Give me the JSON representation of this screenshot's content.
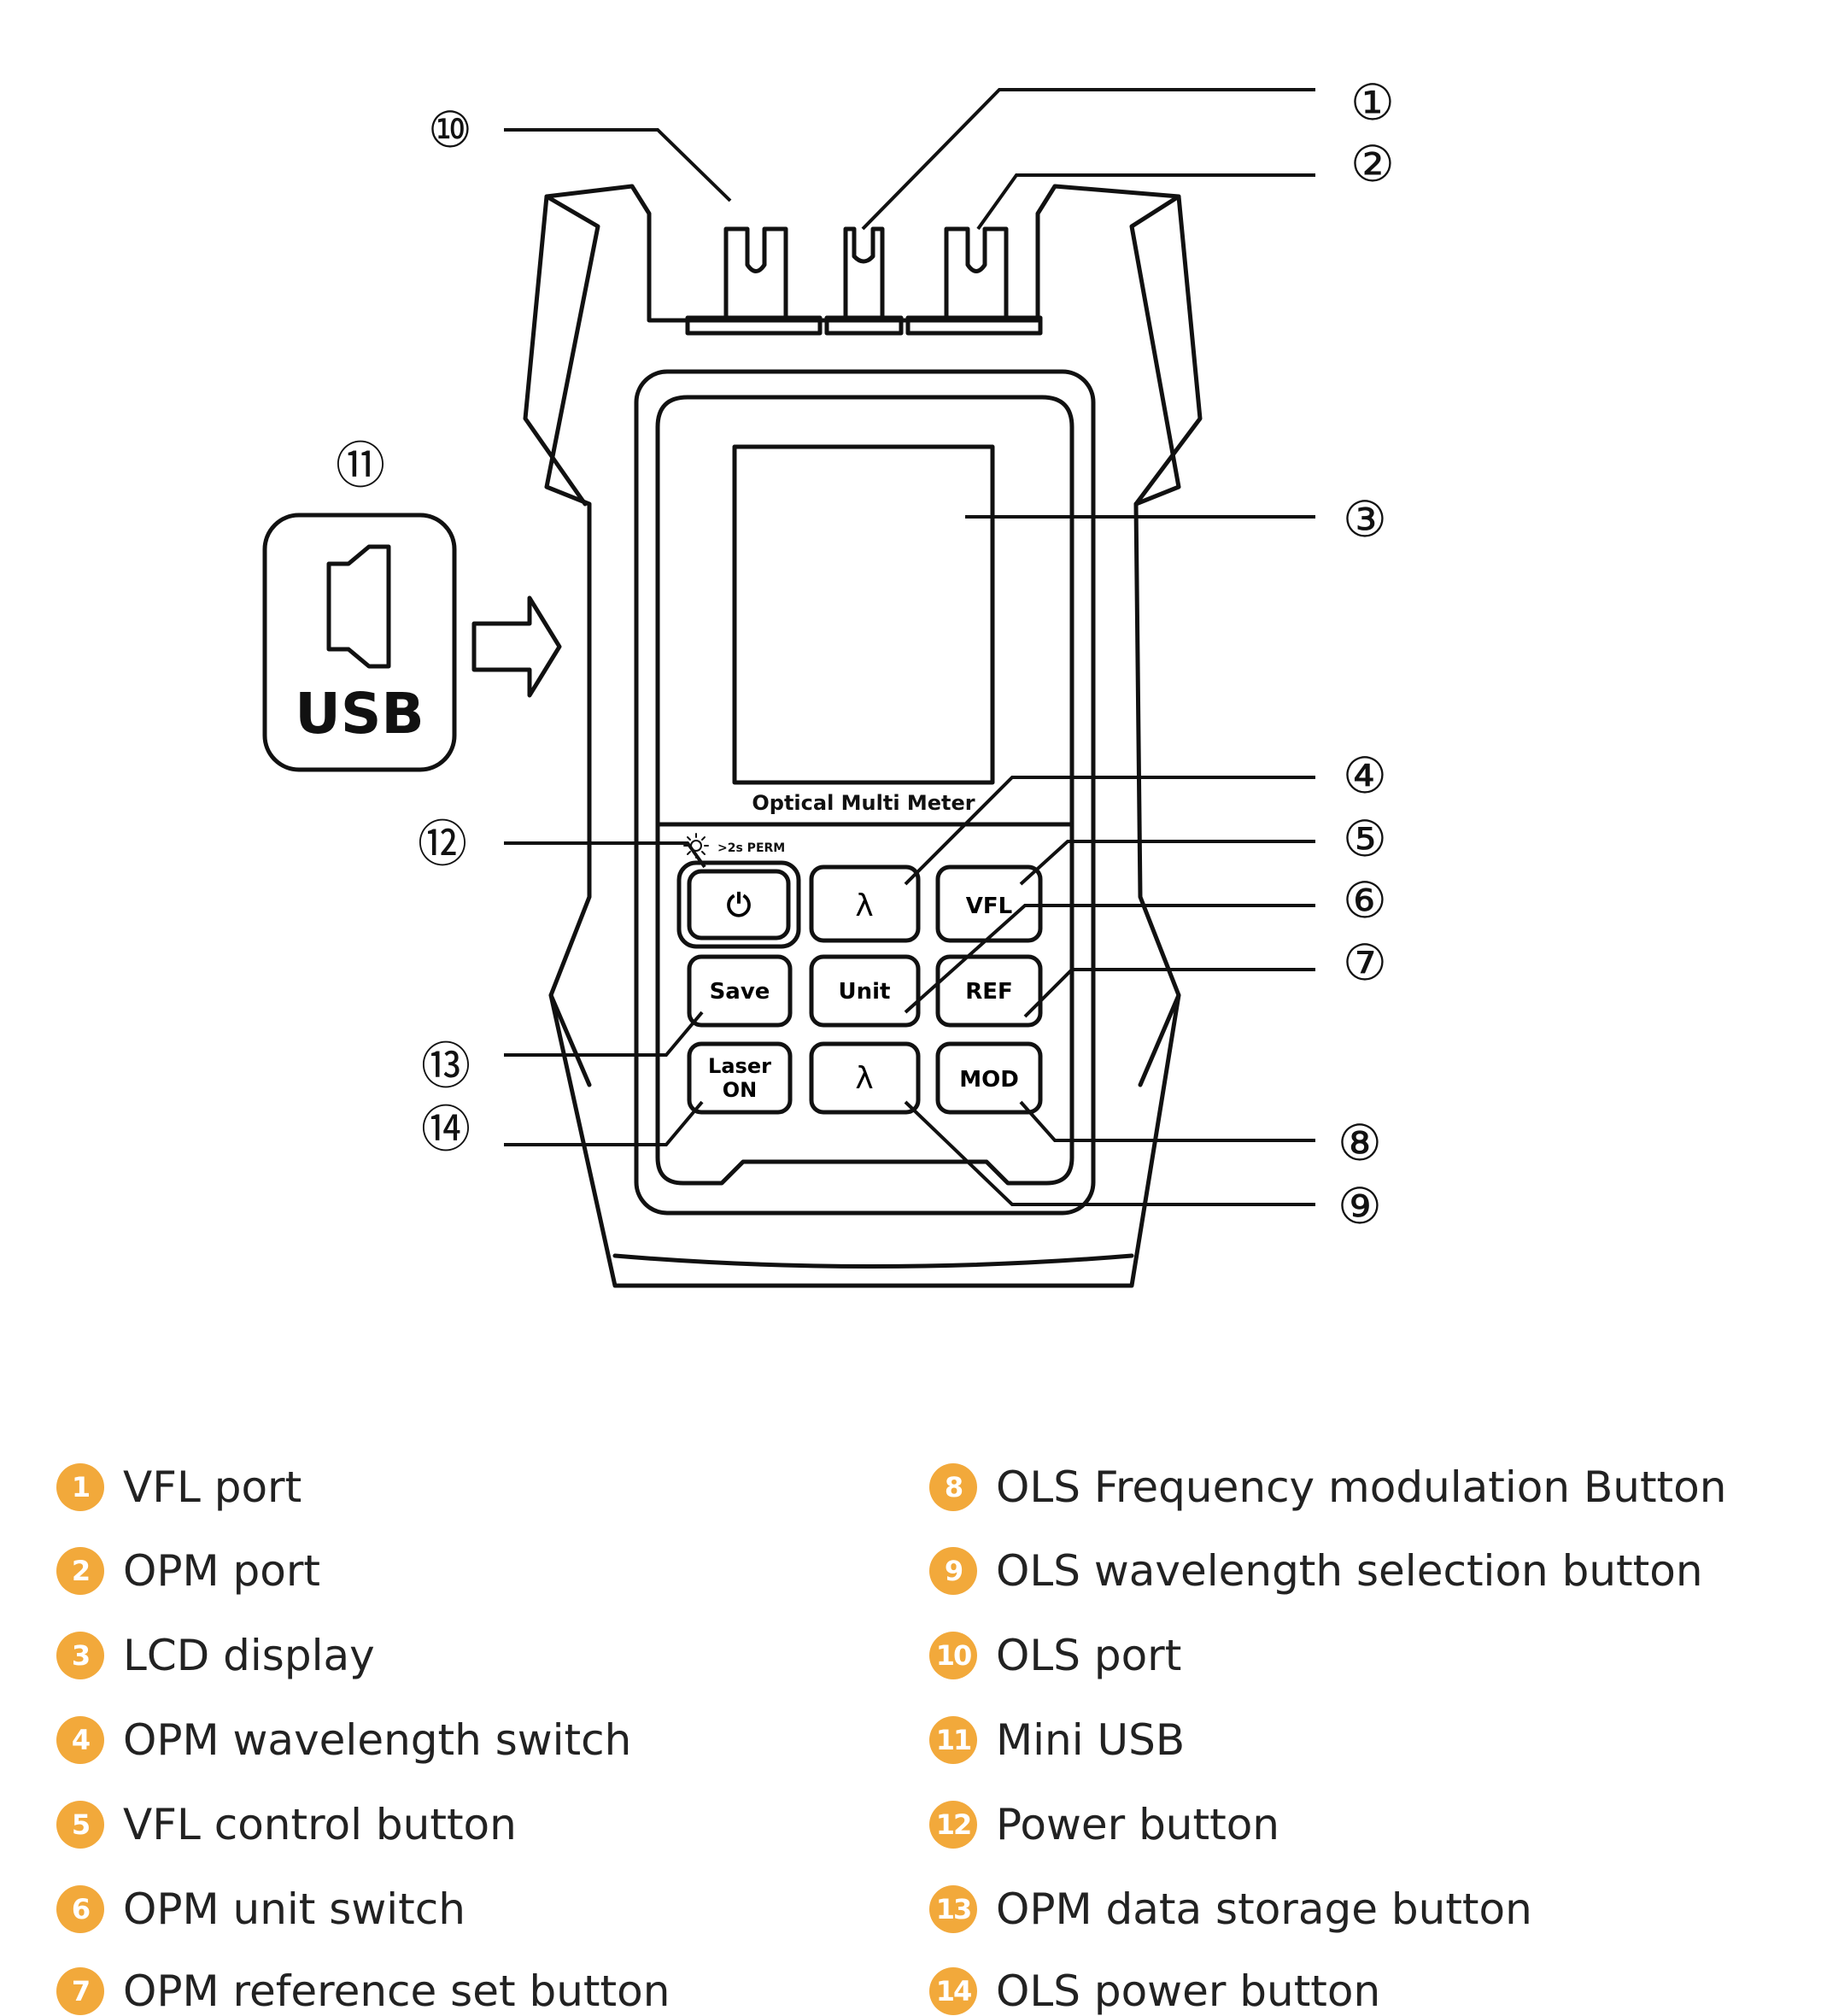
{
  "device": {
    "screen_caption": "Optical Multi Meter",
    "backlight_caption": ">2s PERM",
    "usb_label": "USB"
  },
  "keys": {
    "power": "⏻",
    "lambda_top": "λ",
    "vfl": "VFL",
    "save": "Save",
    "unit": "Unit",
    "ref": "REF",
    "laser_line1": "Laser",
    "laser_line2": "ON",
    "lambda_bottom": "λ",
    "mod": "MOD"
  },
  "callouts": [
    "①",
    "②",
    "③",
    "④",
    "⑤",
    "⑥",
    "⑦",
    "⑧",
    "⑨",
    "⑩",
    "⑪",
    "⑫",
    "⑬",
    "⑭"
  ],
  "legend": {
    "badge_color": "#f2a93b",
    "items": [
      {
        "num": "1",
        "text": "VFL port"
      },
      {
        "num": "2",
        "text": "OPM port"
      },
      {
        "num": "3",
        "text": "LCD display"
      },
      {
        "num": "4",
        "text": "OPM wavelength switch"
      },
      {
        "num": "5",
        "text": "VFL control button"
      },
      {
        "num": "6",
        "text": "OPM unit switch"
      },
      {
        "num": "7",
        "text": "OPM reference set button"
      },
      {
        "num": "8",
        "text": "OLS Frequency modulation Button"
      },
      {
        "num": "9",
        "text": "OLS wavelength selection button"
      },
      {
        "num": "10",
        "text": "OLS port"
      },
      {
        "num": "11",
        "text": "Mini USB"
      },
      {
        "num": "12",
        "text": "Power button"
      },
      {
        "num": "13",
        "text": "OPM data storage button"
      },
      {
        "num": "14",
        "text": "OLS power button"
      }
    ]
  }
}
